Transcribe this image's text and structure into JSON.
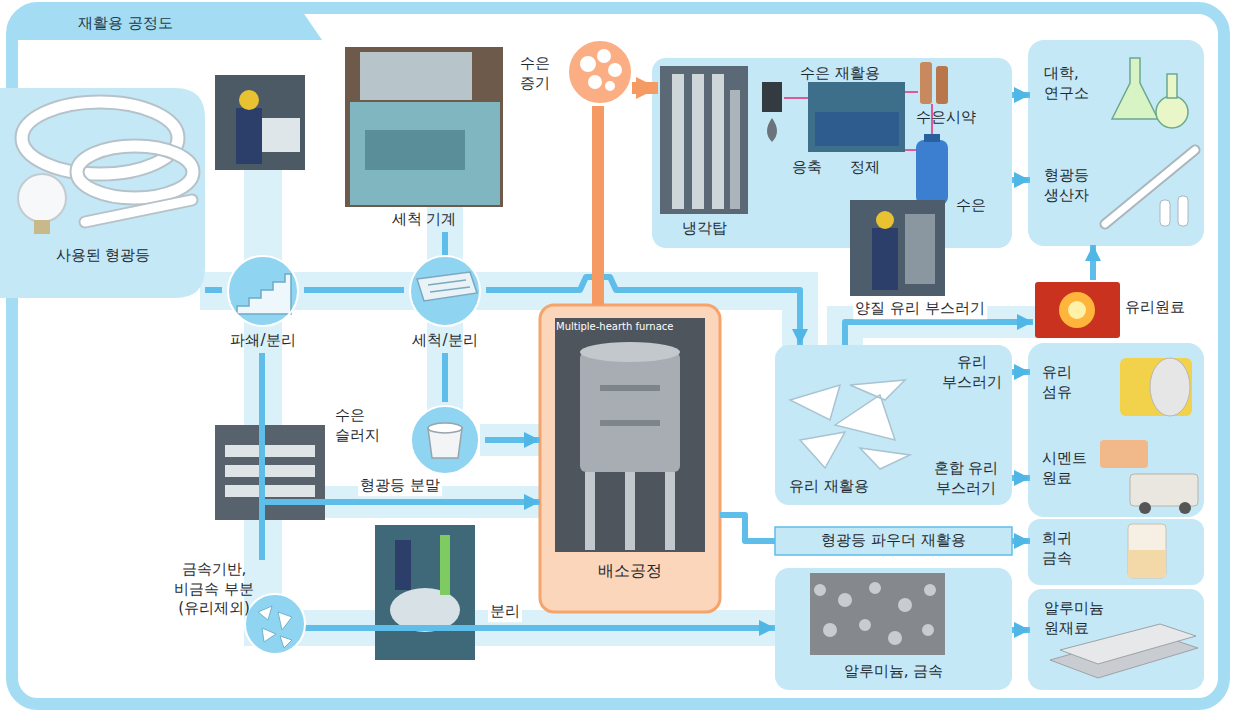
{
  "diagram": {
    "title": "재활용 공정도",
    "nodes": [
      {
        "text": [
          "사용된 형광등"
        ]
      },
      {
        "text": [
          "파쇄/분리"
        ]
      },
      {
        "text": [
          "세척 기계"
        ]
      },
      {
        "text": [
          "세척/분리"
        ]
      },
      {
        "text": [
          "수은 증기"
        ]
      },
      {
        "text": [
          "수은 재활용"
        ]
      },
      {
        "text": [
          "냉각탑"
        ],
        "in": 5
      },
      {
        "text": [
          "대학, 연구소"
        ]
      },
      {
        "text": [
          "형광등 생산자"
        ]
      },
      {
        "text": [
          "유리원료"
        ]
      },
      {
        "text": [
          "수은 슬러지"
        ]
      },
      {
        "text": [
          "배소공정"
        ]
      },
      {
        "text": [
          "유리 재활용"
        ]
      },
      {
        "text": [
          "유리 섬유"
        ]
      },
      {
        "text": [
          "시멘트 원료"
        ]
      },
      {
        "text": [
          "형광등 파우더 재활용"
        ]
      },
      {
        "text": [
          "희귀 금속"
        ]
      },
      {
        "text": [
          "금속기반, 비금속 부분 (유리제외)"
        ]
      },
      {
        "text": [
          "알루미늄, 금속"
        ]
      },
      {
        "text": [
          "알루미늄 원재료"
        ]
      }
    ],
    "edges": [
      {
        "from": 0,
        "to": 1,
        "arrow": "none"
      },
      {
        "from": 1,
        "to": 3,
        "arrow": "none"
      },
      {
        "from": 2,
        "to": 3,
        "arrow": "none"
      },
      {
        "from": 3,
        "to": 12,
        "arrow": "to"
      },
      {
        "from": 3,
        "to": 10,
        "arrow": "none"
      },
      {
        "from": 10,
        "to": 11,
        "arrow": "to"
      },
      {
        "from": 1,
        "to": 11,
        "label": "형광등 분말",
        "arrow": "to"
      },
      {
        "from": 1,
        "to": 17,
        "arrow": "none"
      },
      {
        "from": 17,
        "to": 18,
        "label": "분리",
        "arrow": "to"
      },
      {
        "from": 11,
        "to": 4,
        "arrow": "none"
      },
      {
        "from": 4,
        "to": 6,
        "arrow": "to"
      },
      {
        "from": 5,
        "to": 7,
        "arrow": "to"
      },
      {
        "from": 5,
        "to": 8,
        "arrow": "to"
      },
      {
        "from": 12,
        "to": 9,
        "label": "양질 유리 부스러기",
        "arrow": "to"
      },
      {
        "from": 9,
        "to": 8,
        "arrow": "to"
      },
      {
        "from": 12,
        "to": 13,
        "label": "유리 부스러기",
        "arrow": "to"
      },
      {
        "from": 12,
        "to": 14,
        "label": "혼합 유리 부스러기",
        "arrow": "to"
      },
      {
        "from": 11,
        "to": 15,
        "arrow": "none"
      },
      {
        "from": 15,
        "to": 16,
        "arrow": "to"
      },
      {
        "from": 18,
        "to": 19,
        "arrow": "to"
      }
    ],
    "labels": [
      "Multiple-hearth furnace",
      "응축",
      "정제",
      "수은시약",
      "수은"
    ]
  }
}
